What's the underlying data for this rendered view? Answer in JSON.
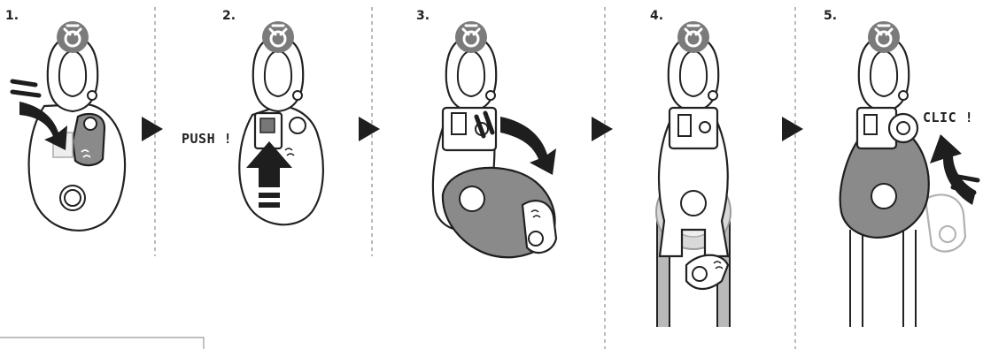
{
  "steps": [
    {
      "number": "1."
    },
    {
      "number": "2."
    },
    {
      "number": "3."
    },
    {
      "number": "4."
    },
    {
      "number": "5."
    }
  ],
  "callouts": {
    "push": "PUSH !",
    "clic": "CLIC !"
  },
  "icons": {
    "badge": "carabiner-lock-icon",
    "next": "triangle-right-icon"
  },
  "colors": {
    "badge_fill": "#7b7b7b",
    "sheave_fill": "#8a8a8a",
    "outline": "#1e1e1e"
  }
}
